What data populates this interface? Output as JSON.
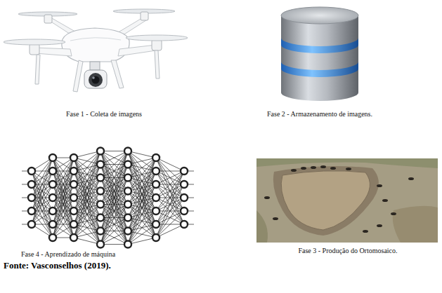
{
  "diagram": {
    "caption": "Fonte: Vasconselhos (2019).",
    "labels": [
      "Fase 1 - Coleta de imagens",
      "Fase 2 - Armazenamento de imagens.",
      "Fase 4 - Aprendizado de máquina",
      "Fase 3 - Produção do Ortomosaico."
    ]
  }
}
